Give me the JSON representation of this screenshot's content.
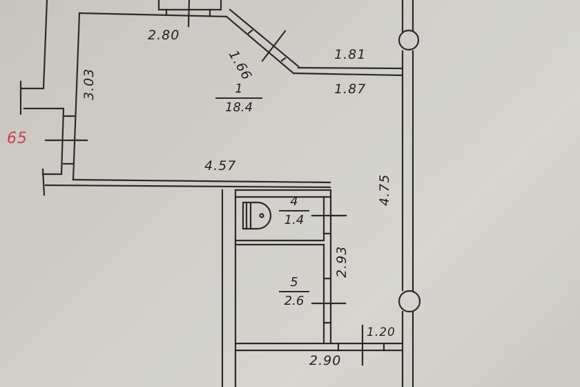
{
  "plan": {
    "type": "floor-plan",
    "background_color": "#cccbc4",
    "line_color": "#2a2a2a",
    "rooms": [
      {
        "number": "1",
        "area": "18.4"
      },
      {
        "number": "4",
        "area": "1.4"
      },
      {
        "number": "5",
        "area": "2.6"
      }
    ],
    "dimensions": {
      "top_wall": "2.80",
      "diagonal_wall": "1.66",
      "right_upper_outer": "1.81",
      "right_upper_inner": "1.87",
      "left_wall": "3.03",
      "bottom_wall_room1": "4.57",
      "right_wall": "4.75",
      "bath_wall": "2.93",
      "corridor_door": "1.20",
      "corridor_wall": "2.90"
    },
    "annotation_red": "65"
  }
}
